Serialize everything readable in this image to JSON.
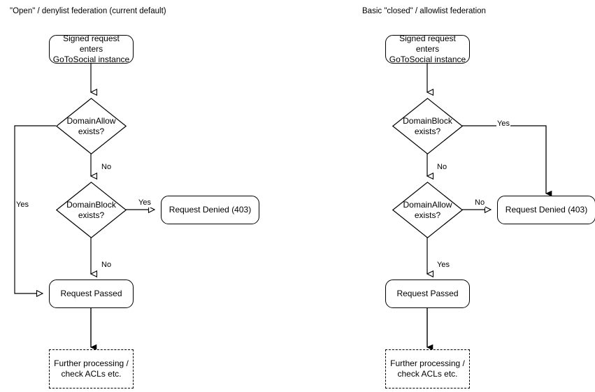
{
  "diagrams": [
    {
      "title": "\"Open\" / denylist federation (current default)",
      "nodes": {
        "entry": "Signed request enters\nGoToSocial instance",
        "decision1": "DomainAllow\nexists?",
        "decision2": "DomainBlock\nexists?",
        "denied": "Request Denied (403)",
        "passed": "Request Passed",
        "further": "Further processing /\ncheck ACLs etc."
      },
      "edge_labels": {
        "allow_yes": "Yes",
        "allow_no": "No",
        "block_yes": "Yes",
        "block_no": "No"
      }
    },
    {
      "title": "Basic \"closed\" / allowlist federation",
      "nodes": {
        "entry": "Signed request enters\nGoToSocial instance",
        "decision1": "DomainBlock\nexists?",
        "decision2": "DomainAllow\nexists?",
        "denied": "Request Denied (403)",
        "passed": "Request Passed",
        "further": "Further processing /\ncheck ACLs etc."
      },
      "edge_labels": {
        "block_yes": "Yes",
        "block_no": "No",
        "allow_no": "No",
        "allow_yes": "Yes"
      }
    }
  ],
  "colors": {
    "stroke": "#000000",
    "background": "#ffffff",
    "text": "#000000"
  }
}
